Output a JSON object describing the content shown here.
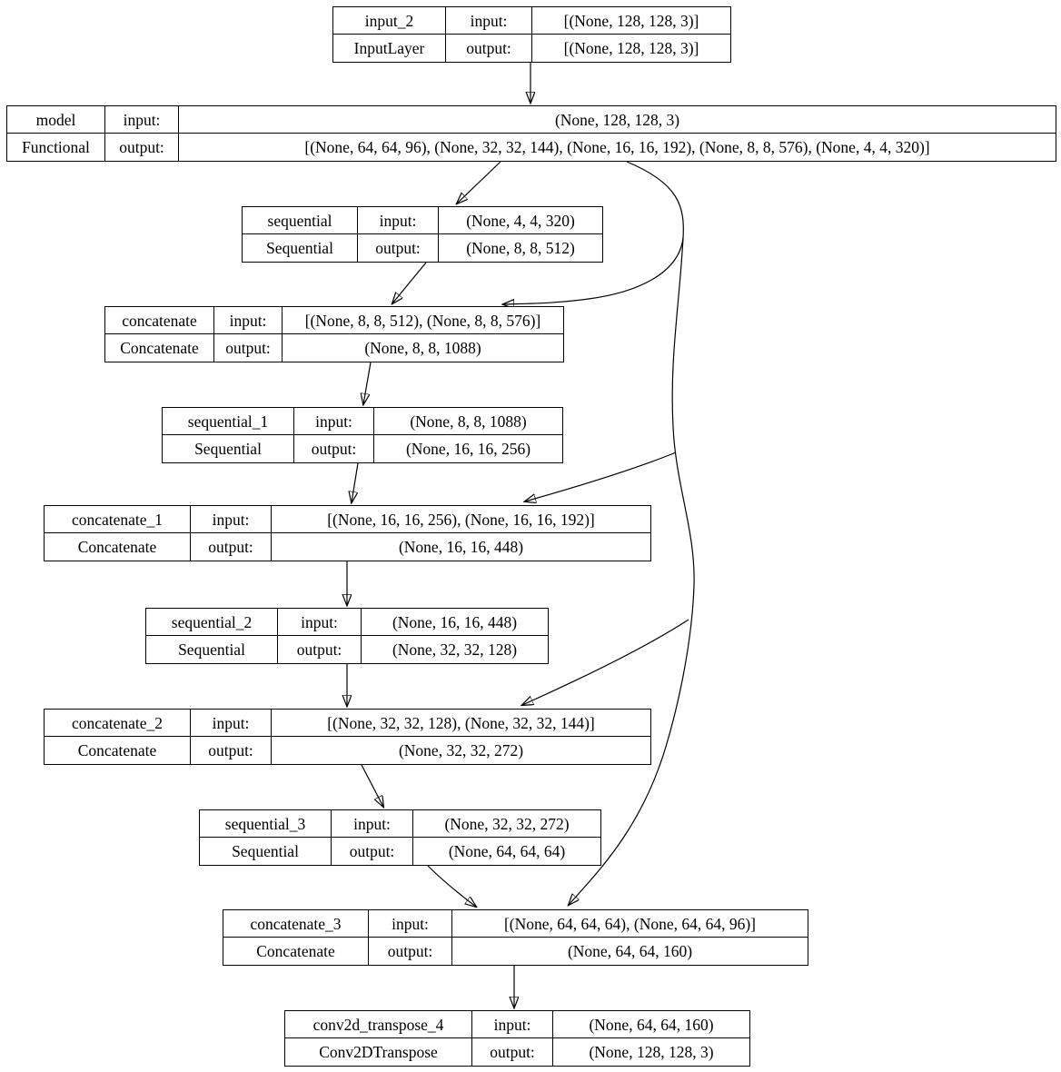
{
  "labels": {
    "input": "input:",
    "output": "output:"
  },
  "colors": {
    "background": "#ffffff",
    "node_border": "#000000",
    "edge": "#000000",
    "text": "#000000"
  },
  "nodes": [
    {
      "name": "input_2",
      "type": "InputLayer",
      "input": "[(None, 128, 128, 3)]",
      "output": "[(None, 128, 128, 3)]"
    },
    {
      "name": "model",
      "type": "Functional",
      "input": "(None, 128, 128, 3)",
      "output": "[(None, 64, 64, 96), (None, 32, 32, 144), (None, 16, 16, 192), (None, 8, 8, 576), (None, 4, 4, 320)]"
    },
    {
      "name": "sequential",
      "type": "Sequential",
      "input": "(None, 4, 4, 320)",
      "output": "(None, 8, 8, 512)"
    },
    {
      "name": "concatenate",
      "type": "Concatenate",
      "input": "[(None, 8, 8, 512), (None, 8, 8, 576)]",
      "output": "(None, 8, 8, 1088)"
    },
    {
      "name": "sequential_1",
      "type": "Sequential",
      "input": "(None, 8, 8, 1088)",
      "output": "(None, 16, 16, 256)"
    },
    {
      "name": "concatenate_1",
      "type": "Concatenate",
      "input": "[(None, 16, 16, 256), (None, 16, 16, 192)]",
      "output": "(None, 16, 16, 448)"
    },
    {
      "name": "sequential_2",
      "type": "Sequential",
      "input": "(None, 16, 16, 448)",
      "output": "(None, 32, 32, 128)"
    },
    {
      "name": "concatenate_2",
      "type": "Concatenate",
      "input": "[(None, 32, 32, 128), (None, 32, 32, 144)]",
      "output": "(None, 32, 32, 272)"
    },
    {
      "name": "sequential_3",
      "type": "Sequential",
      "input": "(None, 32, 32, 272)",
      "output": "(None, 64, 64, 64)"
    },
    {
      "name": "concatenate_3",
      "type": "Concatenate",
      "input": "[(None, 64, 64, 64), (None, 64, 64, 96)]",
      "output": "(None, 64, 64, 160)"
    },
    {
      "name": "conv2d_transpose_4",
      "type": "Conv2DTranspose",
      "input": "(None, 64, 64, 160)",
      "output": "(None, 128, 128, 3)"
    }
  ],
  "edges": [
    {
      "from": "input_2",
      "to": "model"
    },
    {
      "from": "model",
      "to": "sequential"
    },
    {
      "from": "model",
      "to": "concatenate"
    },
    {
      "from": "model",
      "to": "concatenate_1"
    },
    {
      "from": "model",
      "to": "concatenate_2"
    },
    {
      "from": "model",
      "to": "concatenate_3"
    },
    {
      "from": "sequential",
      "to": "concatenate"
    },
    {
      "from": "concatenate",
      "to": "sequential_1"
    },
    {
      "from": "sequential_1",
      "to": "concatenate_1"
    },
    {
      "from": "concatenate_1",
      "to": "sequential_2"
    },
    {
      "from": "sequential_2",
      "to": "concatenate_2"
    },
    {
      "from": "concatenate_2",
      "to": "sequential_3"
    },
    {
      "from": "sequential_3",
      "to": "concatenate_3"
    },
    {
      "from": "concatenate_3",
      "to": "conv2d_transpose_4"
    }
  ]
}
